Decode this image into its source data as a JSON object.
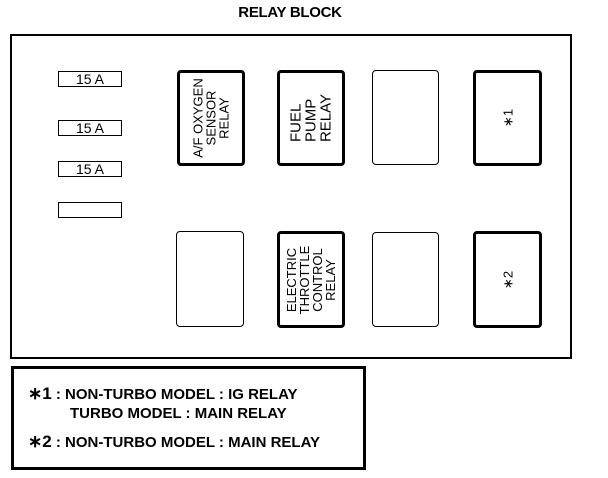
{
  "title": "RELAY BLOCK",
  "fuses": [
    {
      "label": "15 A"
    },
    {
      "label": "15 A"
    },
    {
      "label": "15 A"
    },
    {
      "label": ""
    }
  ],
  "relays": {
    "af_oxygen": {
      "lines": [
        "A/F OXYGEN",
        "SENSOR",
        "RELAY"
      ]
    },
    "fuel_pump": {
      "lines": [
        "FUEL",
        "PUMP",
        "RELAY"
      ]
    },
    "star1": {
      "label": "∗1"
    },
    "etc": {
      "lines": [
        "ELECTRIC",
        "THROTTLE",
        "CONTROL",
        "RELAY"
      ]
    },
    "star2": {
      "label": "∗2"
    }
  },
  "legend": {
    "items": [
      {
        "mark": "∗1",
        "text": " : NON-TURBO MODEL : IG RELAY"
      },
      {
        "mark": "",
        "text": "TURBO MODEL : MAIN RELAY"
      },
      {
        "mark": "∗2",
        "text": " : NON-TURBO MODEL : MAIN RELAY"
      }
    ]
  }
}
